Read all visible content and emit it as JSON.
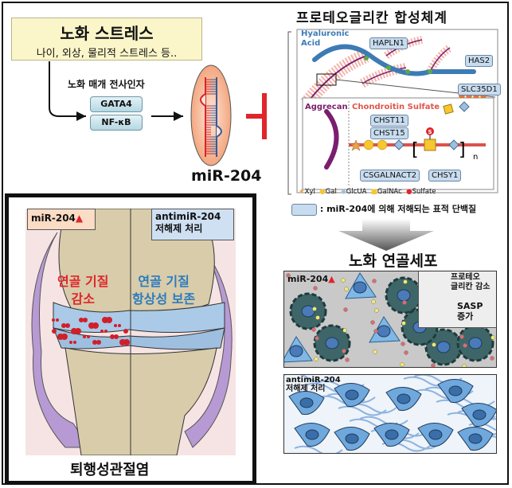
{
  "stress": {
    "title": "노화 스트레스",
    "subtitle": "나이, 외상, 물리적 스트레스 등.."
  },
  "transcription": {
    "label": "노화 매개 전사인자",
    "factors": [
      "GATA4",
      "NF-κB"
    ]
  },
  "mirna": {
    "label": "miR-204"
  },
  "proteoglycan": {
    "title": "프로테오글리칸 합성체계",
    "hyaluronic_label_1": "Hyaluronic",
    "hyaluronic_label_2": "Acid",
    "aggrecan_label": "Aggrecan",
    "chondroitin_label": "Chondroitin Sulfate",
    "targets": [
      "HAPLN1",
      "HAS2",
      "SLC35D1",
      "CHST11",
      "CHST15",
      "CSGALNACT2",
      "CHSY1"
    ],
    "repeat_symbol": "n",
    "sulfate_glyph": "S",
    "legend": [
      "Xyl",
      "Gal",
      "GlcUA",
      "GalNAc",
      "Sulfate"
    ],
    "colors": {
      "hyaluronic": "#3d7bb5",
      "aggrecan": "#7b1e6e",
      "chondroitin": "#e0564a",
      "target_fill": "#c8dcef"
    }
  },
  "target_legend": ": miR-204에 의해 저해되는 표적 단백질",
  "aged_chondrocyte": {
    "title": "노화 연골세포",
    "top_label": "miR-204",
    "inset1": [
      "프로테오",
      "글리칸 감소"
    ],
    "inset2": [
      "SASP",
      "증가"
    ],
    "bottom_label_1": "antimiR-204",
    "bottom_label_2": "저해제 처리"
  },
  "osteoarthritis": {
    "title": "퇴행성관절염",
    "mir_tag": "miR-204",
    "anti_tag_1": "antimiR-204",
    "anti_tag_2": "저해제 처리",
    "left_text_1": "연골 기질",
    "left_text_2": "감소",
    "right_text_1": "연골 기질",
    "right_text_2": "항상성 보존",
    "colors": {
      "decrease": "#e0252b",
      "preserve": "#2c7bbf",
      "up_arrow": "#e0252b"
    }
  }
}
